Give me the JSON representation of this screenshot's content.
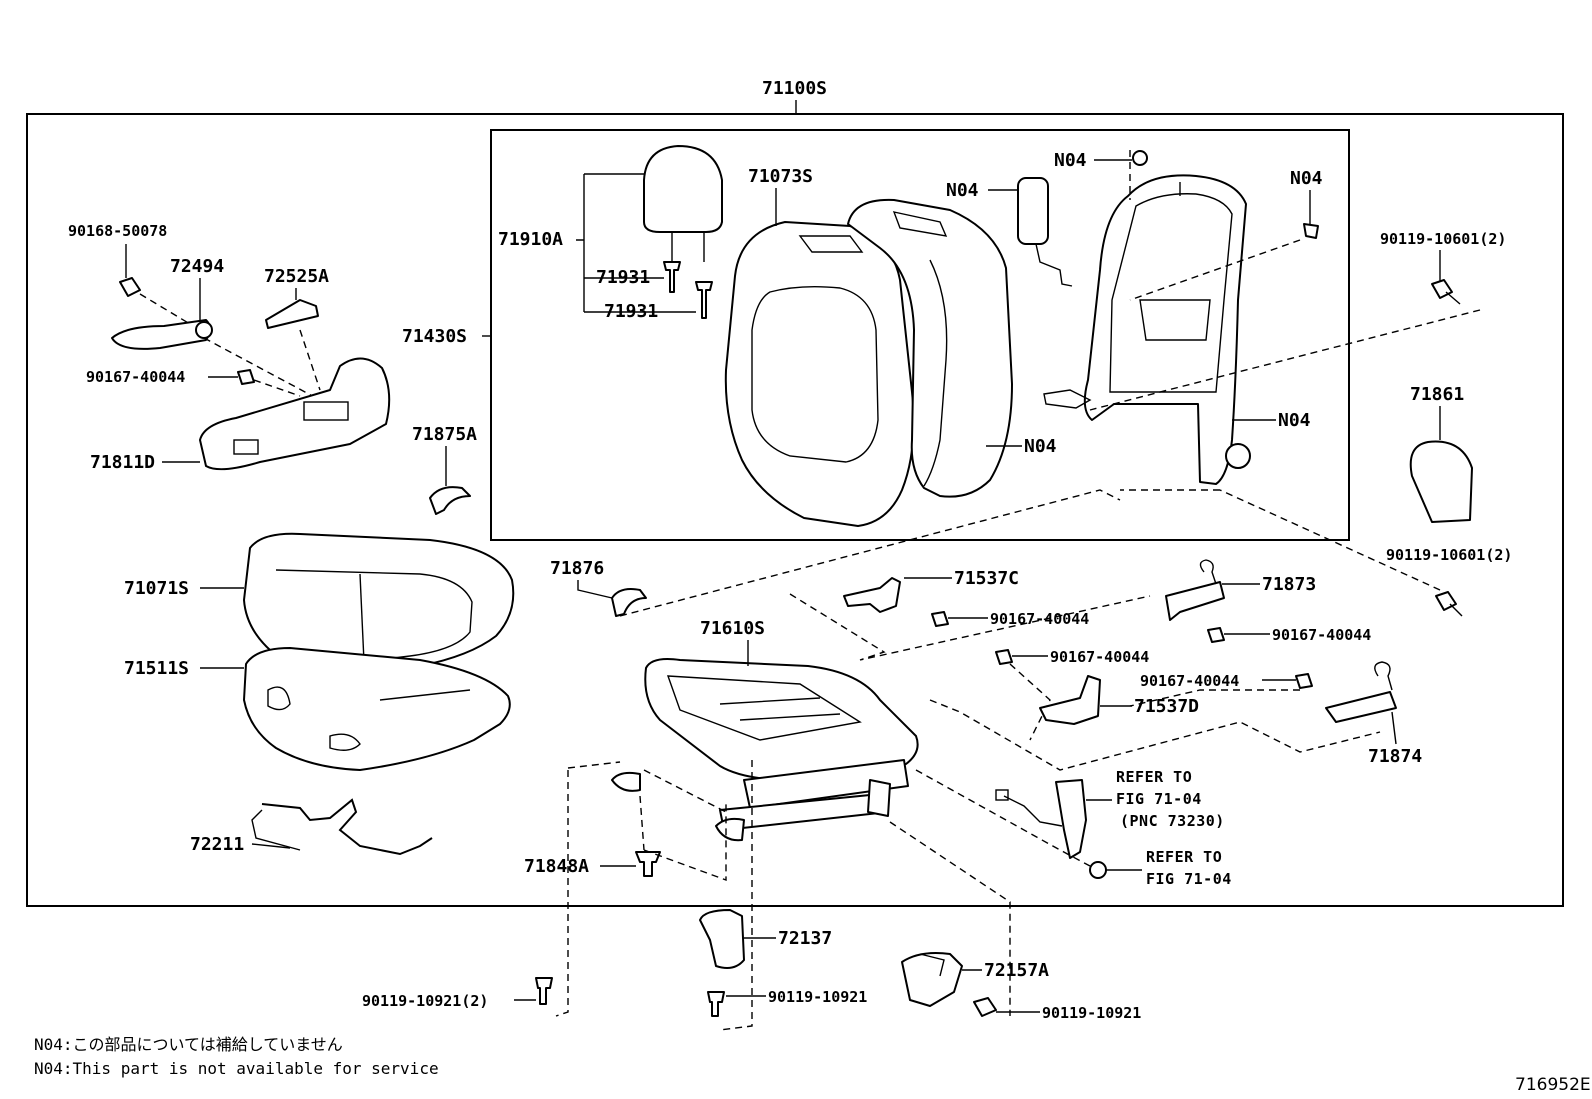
{
  "assembly": {
    "main_code": "71100S"
  },
  "labels": {
    "l71910A": "71910A",
    "l71931a": "71931",
    "l71931b": "71931",
    "l71073S": "71073S",
    "l71430S": "71430S",
    "n04_top": "N04",
    "n04_left": "N04",
    "n04_right": "N04",
    "n04_frame": "N04",
    "n04_back": "N04",
    "b9016850078": "90168-50078",
    "l72494": "72494",
    "l72525A": "72525A",
    "b9016740044a": "90167-40044",
    "l71811D": "71811D",
    "l71875A": "71875A",
    "b9011910601a": "90119-10601(2)",
    "l71861": "71861",
    "b9011910601b": "90119-10601(2)",
    "l71071S": "71071S",
    "l71511S": "71511S",
    "l72211": "72211",
    "l71876": "71876",
    "l71610S": "71610S",
    "l71537C": "71537C",
    "b9016740044b": "90167-40044",
    "l71873": "71873",
    "b9016740044c": "90167-40044",
    "b9016740044d": "90167-40044",
    "b9016740044e": "90167-40044",
    "l71537D": "71537D",
    "l71874": "71874",
    "l71848A": "71848A",
    "refer1_line1": "REFER TO",
    "refer1_line2": "FIG 71-04",
    "refer1_line3": "(PNC 73230)",
    "refer2_line1": "REFER TO",
    "refer2_line2": "FIG 71-04",
    "l72137": "72137",
    "l72157A": "72157A",
    "b9011910921a": "90119-10921(2)",
    "b9011910921b": "90119-10921",
    "b9011910921c": "90119-10921"
  },
  "notes": {
    "ja": "N04:この部品については補給していません",
    "en": "N04:This part is not available for service"
  },
  "figure_number": "716952E"
}
